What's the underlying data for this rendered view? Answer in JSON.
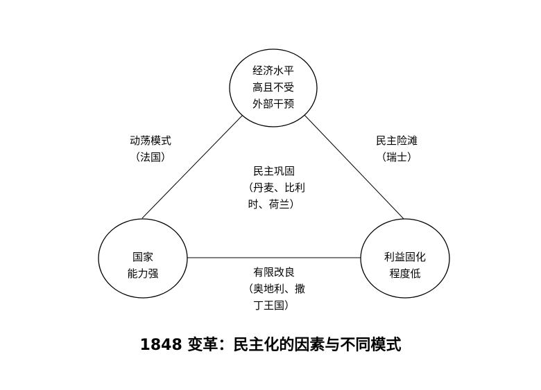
{
  "nodes": {
    "top": {
      "lines": [
        "经济水平",
        "高且不受",
        "外部干预"
      ]
    },
    "left": {
      "lines": [
        "国家",
        "能力强"
      ]
    },
    "right": {
      "lines": [
        "利益固化",
        "程度低"
      ]
    }
  },
  "edges": {
    "left_edge": {
      "lines": [
        "动荡模式",
        "（法国）"
      ]
    },
    "right_edge": {
      "lines": [
        "民主险滩",
        "（瑞士）"
      ]
    },
    "bottom_edge": {
      "lines": [
        "有限改良",
        "（奥地利、撒",
        "丁王国）"
      ]
    }
  },
  "center": {
    "lines": [
      "民主巩固",
      "（丹麦、比利",
      "时、荷兰）"
    ]
  },
  "caption": "1848 变革：民主化的因素与不同模式"
}
